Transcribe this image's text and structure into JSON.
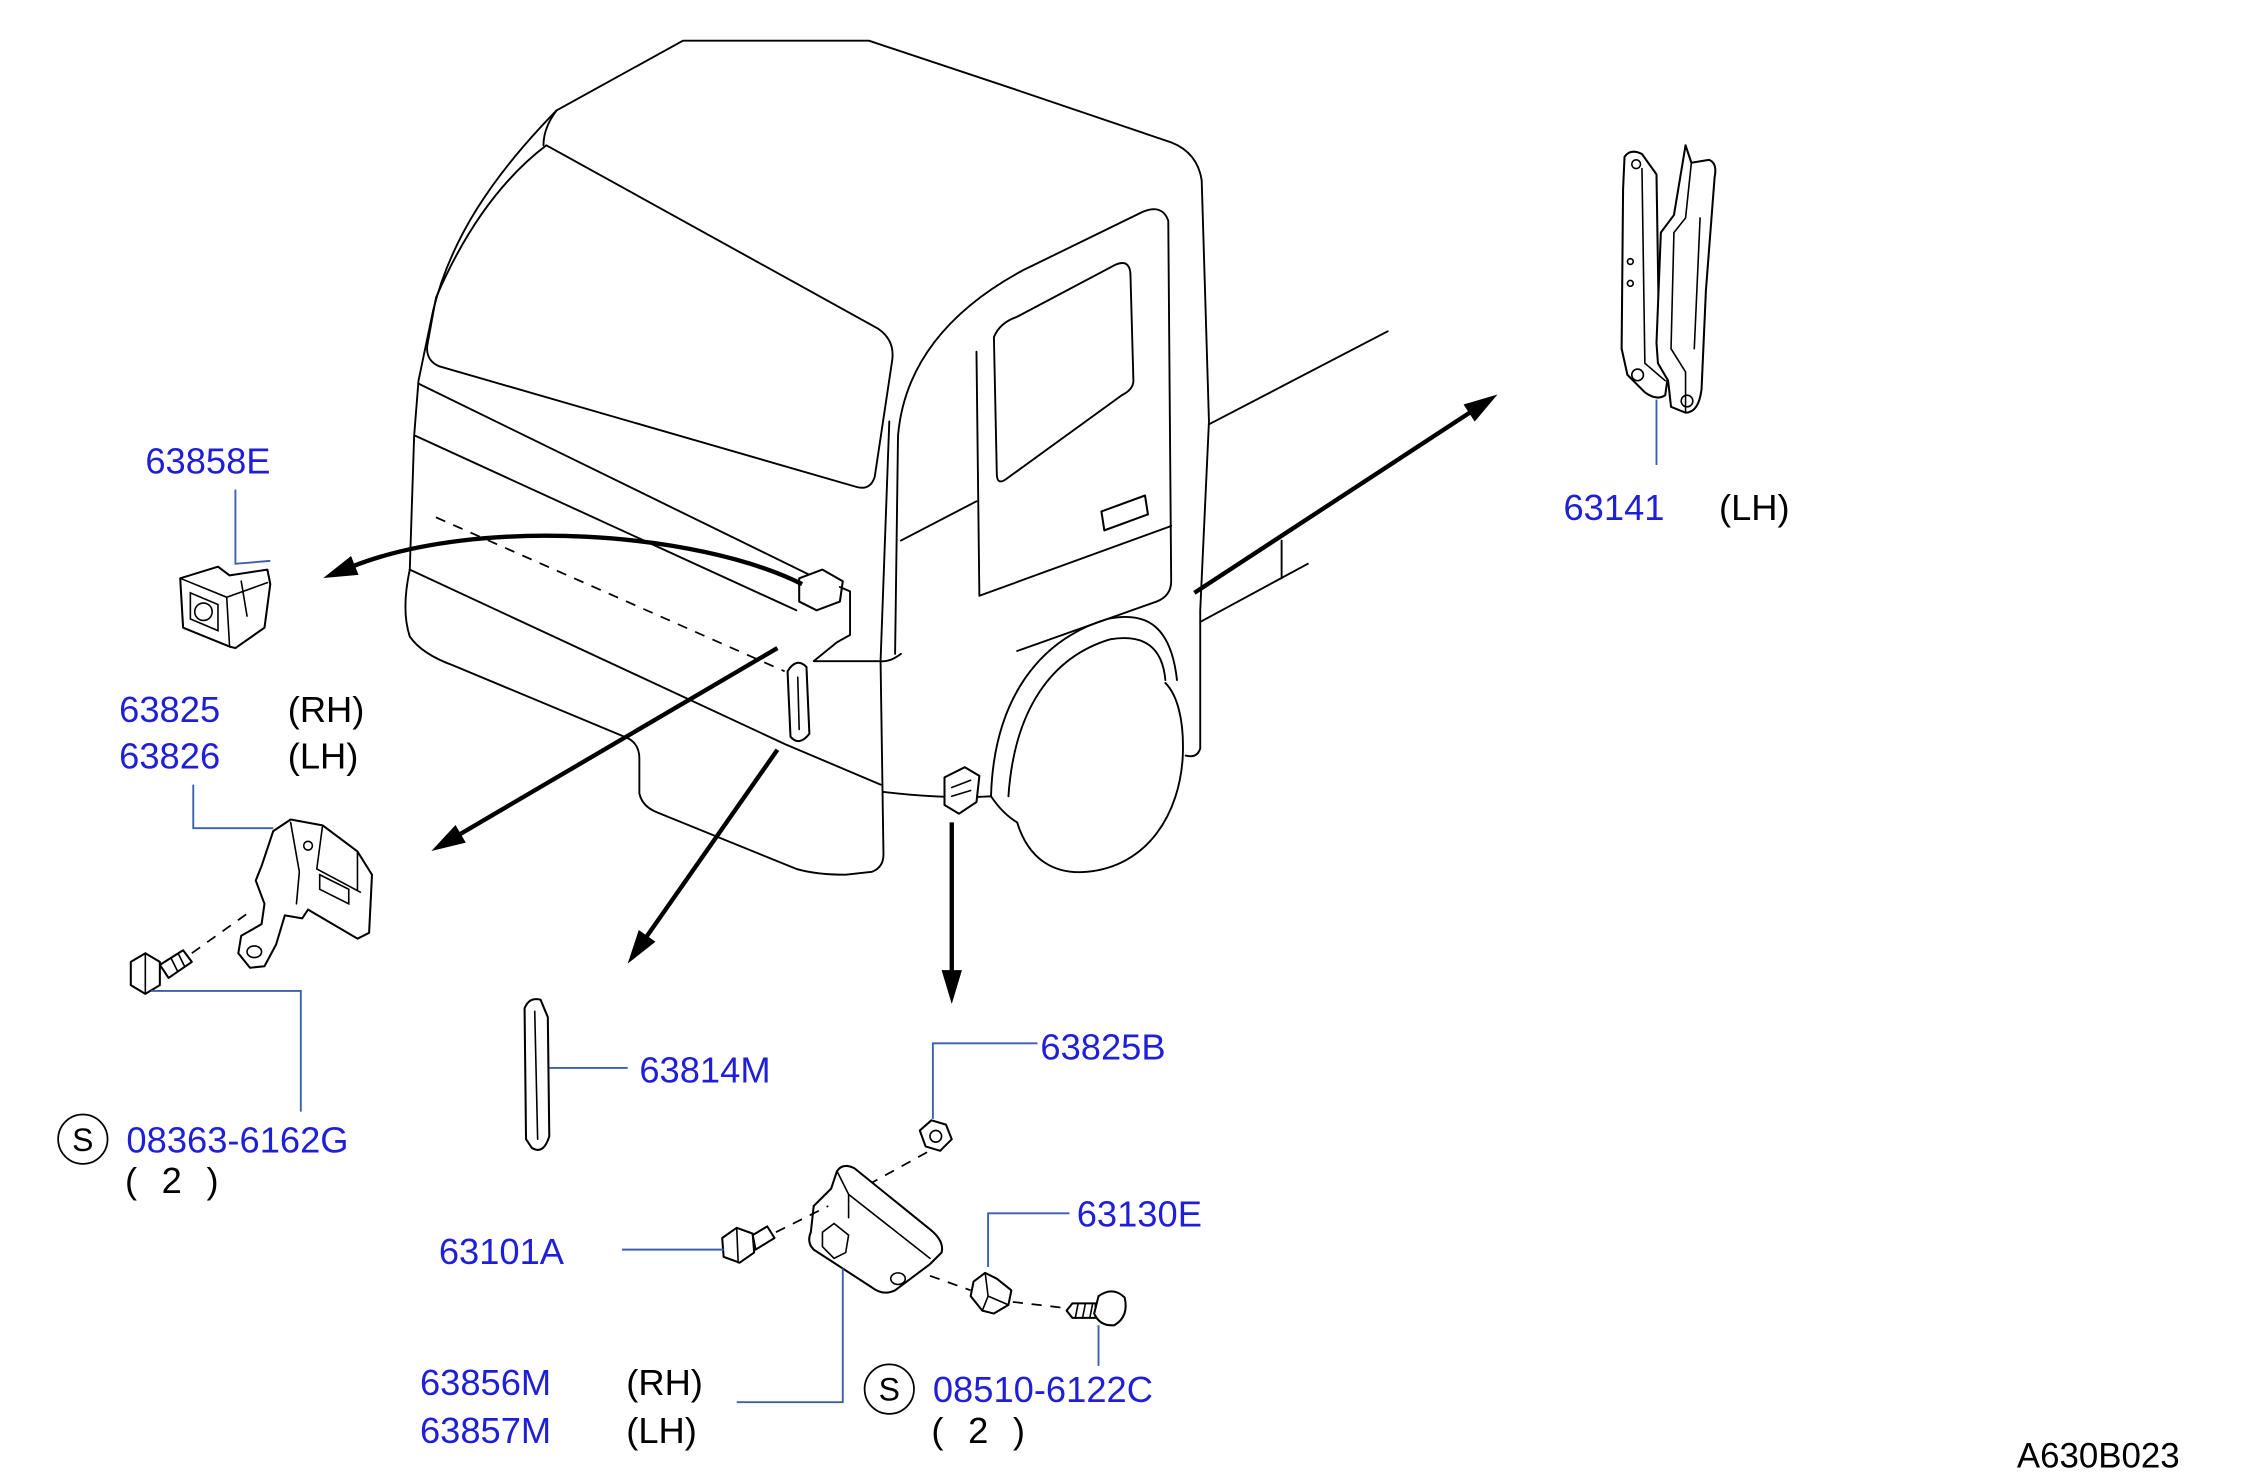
{
  "figure_code": "A630B023",
  "callouts": [
    {
      "part_no": "63858E"
    },
    {
      "part_no": "63825",
      "side": "(RH)"
    },
    {
      "part_no": "63826",
      "side": "(LH)"
    },
    {
      "symbol": "S",
      "part_no": "08363-6162G",
      "qty": "( 2 )"
    },
    {
      "part_no": "63814M"
    },
    {
      "part_no": "63825B"
    },
    {
      "part_no": "63130E"
    },
    {
      "part_no": "63101A"
    },
    {
      "part_no": "63856M",
      "side": "(RH)"
    },
    {
      "part_no": "63857M",
      "side": "(LH)"
    },
    {
      "symbol": "S",
      "part_no": "08510-6122C",
      "qty": "( 2 )"
    },
    {
      "part_no": "63141",
      "side": "(LH)"
    }
  ],
  "colors": {
    "part_number_text": "#1f1fd8",
    "leader_line": "#3d5fae",
    "line_art": "#000000",
    "background": "#ffffff"
  }
}
